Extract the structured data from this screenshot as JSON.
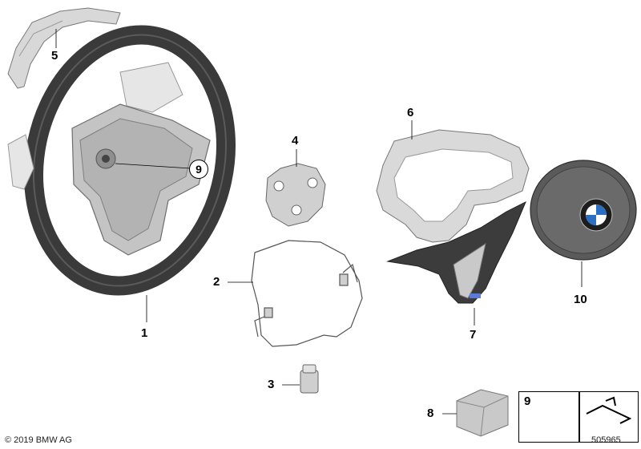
{
  "callouts": {
    "c1": "1",
    "c2": "2",
    "c3": "3",
    "c4": "4",
    "c5": "5",
    "c6": "6",
    "c7": "7",
    "c8": "8",
    "c9_circle": "9",
    "c9_box": "9",
    "c10": "10"
  },
  "copyright": "© 2019 BMW AG",
  "diagram_number": "505965",
  "colors": {
    "wheel_dark": "#3a3a3a",
    "hub_metal": "#bfbfbf",
    "trim_light": "#d9d9d9",
    "airbag_dark": "#5a5a5a",
    "bmw_blue": "#2b6fc4"
  }
}
